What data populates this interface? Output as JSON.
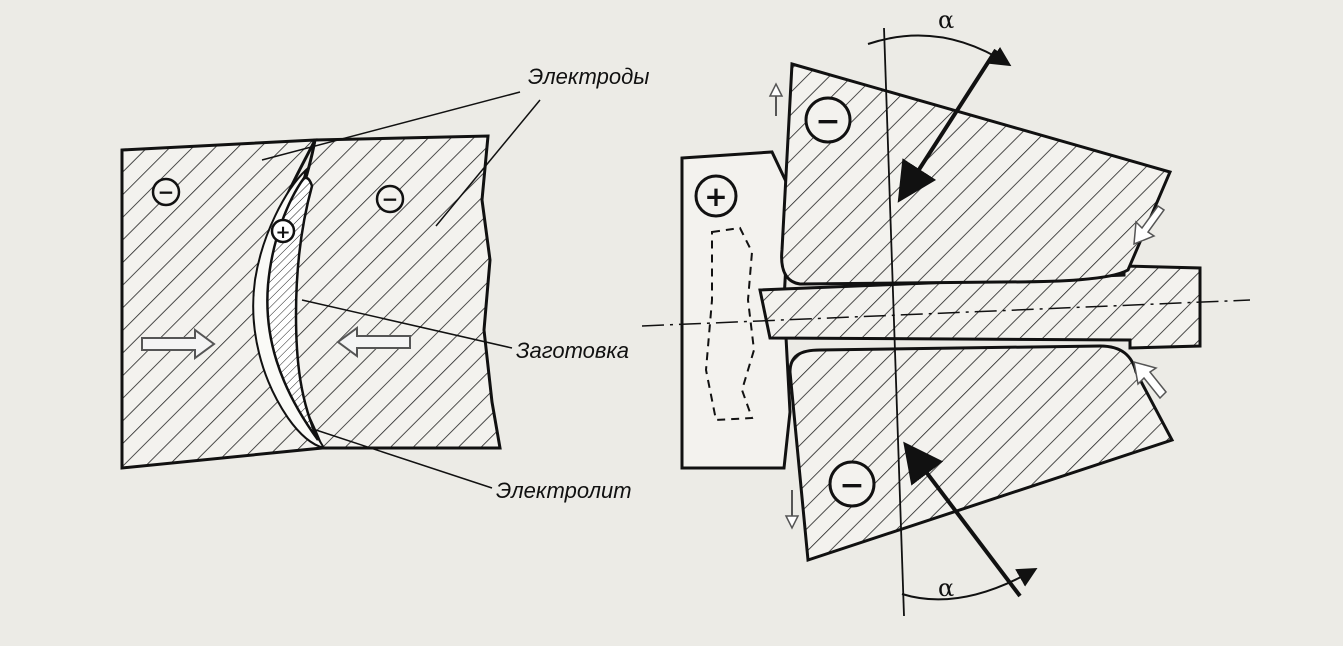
{
  "labels": {
    "electrodes": "Электроды",
    "workpiece": "Заготовка",
    "electrolyte": "Электролит"
  },
  "angle_symbol": "α",
  "polarity": {
    "negative": "−",
    "positive": "+"
  },
  "colors": {
    "ink": "#111111",
    "paper": "#ecebe6",
    "arrow_fill": "#f4f4f4"
  }
}
